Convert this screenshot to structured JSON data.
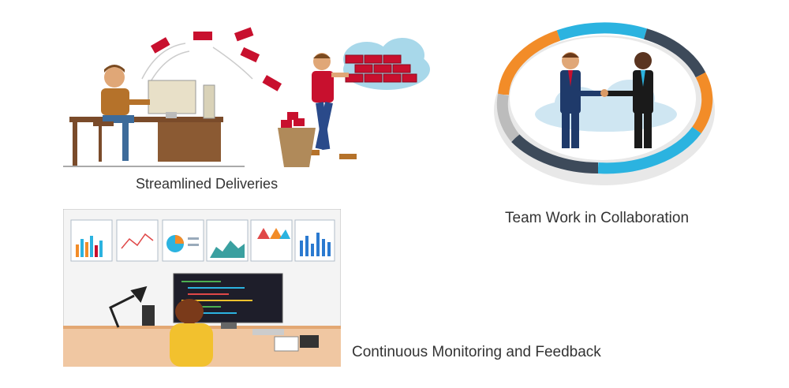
{
  "captions": {
    "deliveries": "Streamlined Deliveries",
    "teamwork": "Team Work in Collaboration",
    "monitoring": "Continuous Monitoring and Feedback"
  },
  "colors": {
    "brick": "#c8102e",
    "cloud": "#a8d8ea",
    "ring_orange": "#f28c28",
    "ring_blue": "#2bb3e0",
    "ring_dark": "#3d4a5a",
    "desk": "#7a4b2a",
    "caption": "#333333"
  }
}
